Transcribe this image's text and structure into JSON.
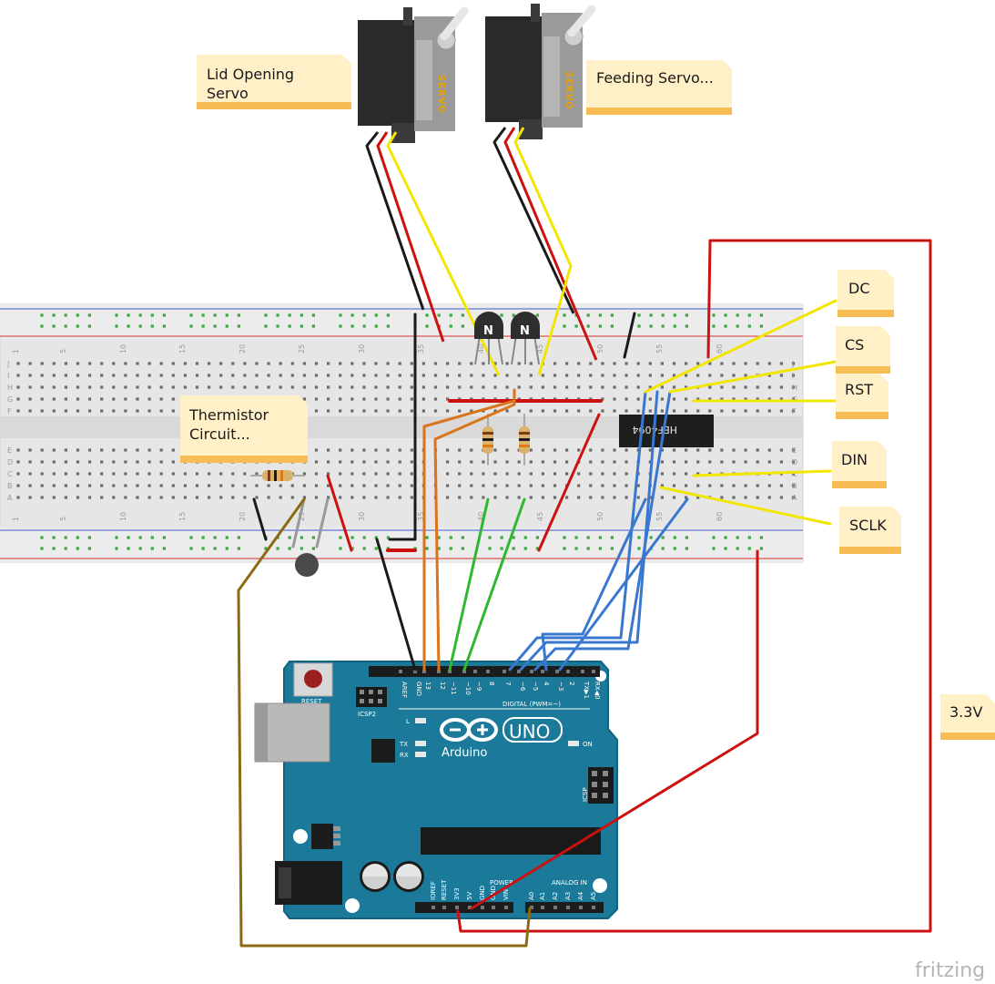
{
  "notes": {
    "lid_servo": [
      "Lid Opening",
      "Servo"
    ],
    "feeding_servo": [
      "Feeding Servo..."
    ],
    "dc": "DC",
    "cs": "CS",
    "rst": "RST",
    "din": "DIN",
    "sclk": "SCLK",
    "thermistor": [
      "Thermistor",
      "Circuit..."
    ],
    "power": "3.3V"
  },
  "components": {
    "servo_text": "SERVO",
    "transistor_mark": "N",
    "chip_label": "HEF4094"
  },
  "arduino": {
    "reset_label": "RESET",
    "icsp2_label": "ICSP2",
    "icsp_label": "ICSP",
    "digital_label": "DIGITAL (PWM=~)",
    "brand": "Arduino",
    "model": "UNO",
    "led_l": "L",
    "led_tx": "TX",
    "led_rx": "RX",
    "led_on": "ON",
    "power_label": "POWER",
    "analog_label": "ANALOG IN",
    "top_pins": [
      "AREF",
      "GND",
      "13",
      "12",
      "~11",
      "~10",
      "~9",
      "8",
      "7",
      "~6",
      "~5",
      "4",
      "~3",
      "2",
      "TX▶1",
      "RX◀0"
    ],
    "power_pins": [
      "IOREF",
      "RESET",
      "3V3",
      "5V",
      "GND",
      "GND",
      "VIN"
    ],
    "analog_pins": [
      "A0",
      "A1",
      "A2",
      "A3",
      "A4",
      "A5"
    ]
  },
  "breadboard": {
    "column_numbers": [
      "1",
      "5",
      "10",
      "15",
      "20",
      "25",
      "30",
      "35",
      "40",
      "45",
      "50",
      "55",
      "60"
    ],
    "row_letters_top": [
      "J",
      "I",
      "H",
      "G",
      "F"
    ],
    "row_letters_bottom": [
      "E",
      "D",
      "C",
      "B",
      "A"
    ]
  },
  "watermark": "fritzing",
  "colors": {
    "wire_red": "#cc1111",
    "wire_black": "#1a1a1a",
    "wire_yellow": "#f2e600",
    "wire_blue": "#3a78d0",
    "wire_green": "#2fb82f",
    "wire_orange": "#d9741a",
    "wire_brown": "#8c6a12",
    "arduino_blue": "#1b7a9a",
    "note_fill": "#fff0c8",
    "note_edge": "#f6bd55"
  }
}
